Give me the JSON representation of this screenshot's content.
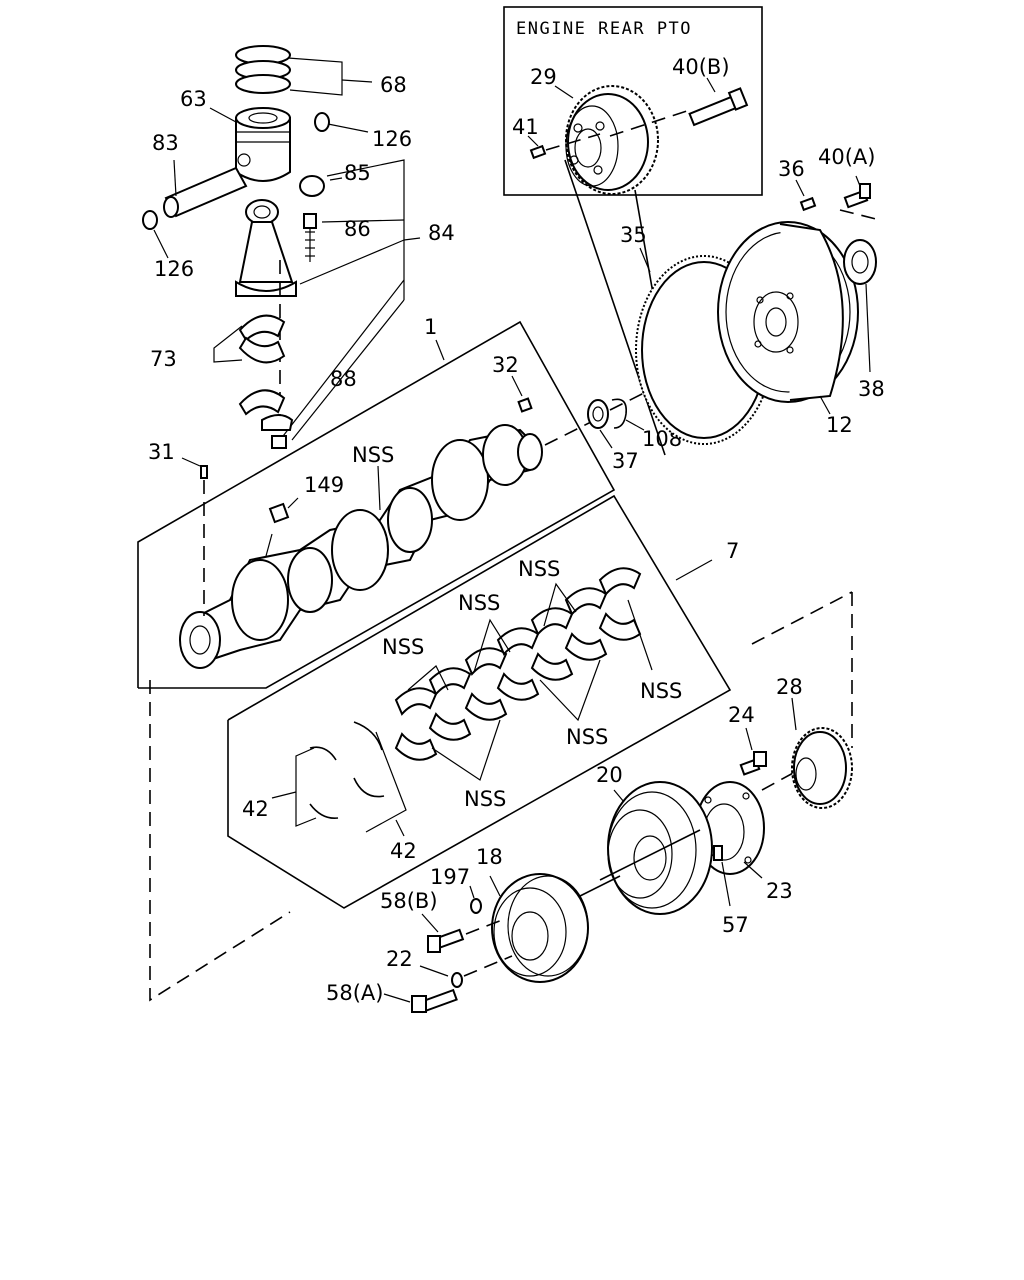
{
  "inset_title": "ENGINE REAR PTO",
  "labels": [
    {
      "id": "68",
      "text": "68"
    },
    {
      "id": "63",
      "text": "63"
    },
    {
      "id": "126a",
      "text": "126"
    },
    {
      "id": "83",
      "text": "83"
    },
    {
      "id": "85",
      "text": "85"
    },
    {
      "id": "86",
      "text": "86"
    },
    {
      "id": "84",
      "text": "84"
    },
    {
      "id": "126b",
      "text": "126"
    },
    {
      "id": "73",
      "text": "73"
    },
    {
      "id": "88",
      "text": "88"
    },
    {
      "id": "1",
      "text": "1"
    },
    {
      "id": "32",
      "text": "32"
    },
    {
      "id": "31",
      "text": "31"
    },
    {
      "id": "nss1",
      "text": "NSS"
    },
    {
      "id": "149",
      "text": "149"
    },
    {
      "id": "29",
      "text": "29"
    },
    {
      "id": "40b",
      "text": "40(B)"
    },
    {
      "id": "41",
      "text": "41"
    },
    {
      "id": "36",
      "text": "36"
    },
    {
      "id": "40a",
      "text": "40(A)"
    },
    {
      "id": "35",
      "text": "35"
    },
    {
      "id": "38",
      "text": "38"
    },
    {
      "id": "12",
      "text": "12"
    },
    {
      "id": "37",
      "text": "37"
    },
    {
      "id": "108",
      "text": "108"
    },
    {
      "id": "7",
      "text": "7"
    },
    {
      "id": "nss2",
      "text": "NSS"
    },
    {
      "id": "nss3",
      "text": "NSS"
    },
    {
      "id": "nss4",
      "text": "NSS"
    },
    {
      "id": "nss5",
      "text": "NSS"
    },
    {
      "id": "nss6",
      "text": "NSS"
    },
    {
      "id": "nss7",
      "text": "NSS"
    },
    {
      "id": "42a",
      "text": "42"
    },
    {
      "id": "42b",
      "text": "42"
    },
    {
      "id": "28",
      "text": "28"
    },
    {
      "id": "24",
      "text": "24"
    },
    {
      "id": "20",
      "text": "20"
    },
    {
      "id": "23",
      "text": "23"
    },
    {
      "id": "57",
      "text": "57"
    },
    {
      "id": "18",
      "text": "18"
    },
    {
      "id": "197",
      "text": "197"
    },
    {
      "id": "58b",
      "text": "58(B)"
    },
    {
      "id": "22",
      "text": "22"
    },
    {
      "id": "58a",
      "text": "58(A)"
    }
  ]
}
